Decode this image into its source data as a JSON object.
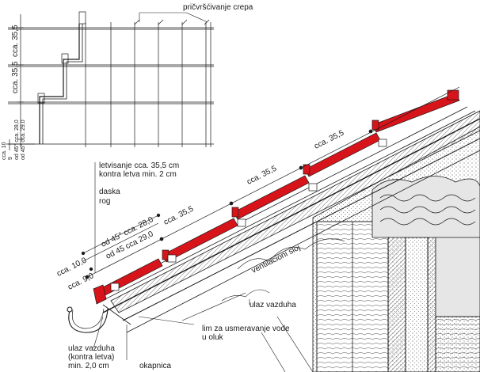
{
  "colors": {
    "ink": "#1a1a1a",
    "tile_red": "#d8141b",
    "insulation": "#e6e6e6",
    "background": "#ffffff"
  },
  "labels": {
    "top_callout": "pričvršćivanje crepa",
    "left_dim_1": "cca. 35,5",
    "left_dim_2": "cca. 35,5",
    "left_small_1": "cca. 10",
    "left_small_2": "9",
    "left_small_3": "od 45° cca. 28,0",
    "left_small_4": "od 45° cca. 29,0",
    "battens_line1": "letvisanje cca. 35,5 cm",
    "battens_line2": "kontra letva min. 2 cm",
    "board": "daska",
    "rafter": "rog",
    "slope_dim_1": "cca. 35,5",
    "slope_dim_2": "cca. 35,5",
    "slope_dim_3": "cca. 35,5",
    "slope_28": "od 45° cca. 28,0",
    "slope_29": "od 45 cca 29,0",
    "slope_10": "cca. 10,0",
    "slope_9": "cca. 9,0",
    "ventilation_layer": "ventilacioni sloj",
    "air_inlet": "ulaz vazduha",
    "flashing_line1": "lim za usmeravanje vode",
    "flashing_line2": "u oluk",
    "inlet_left_line1": "ulaz vazduha",
    "inlet_left_line2": "(kontra letva)",
    "inlet_left_line3": "min. 2,0 cm",
    "drip_edge": "okapnica"
  }
}
